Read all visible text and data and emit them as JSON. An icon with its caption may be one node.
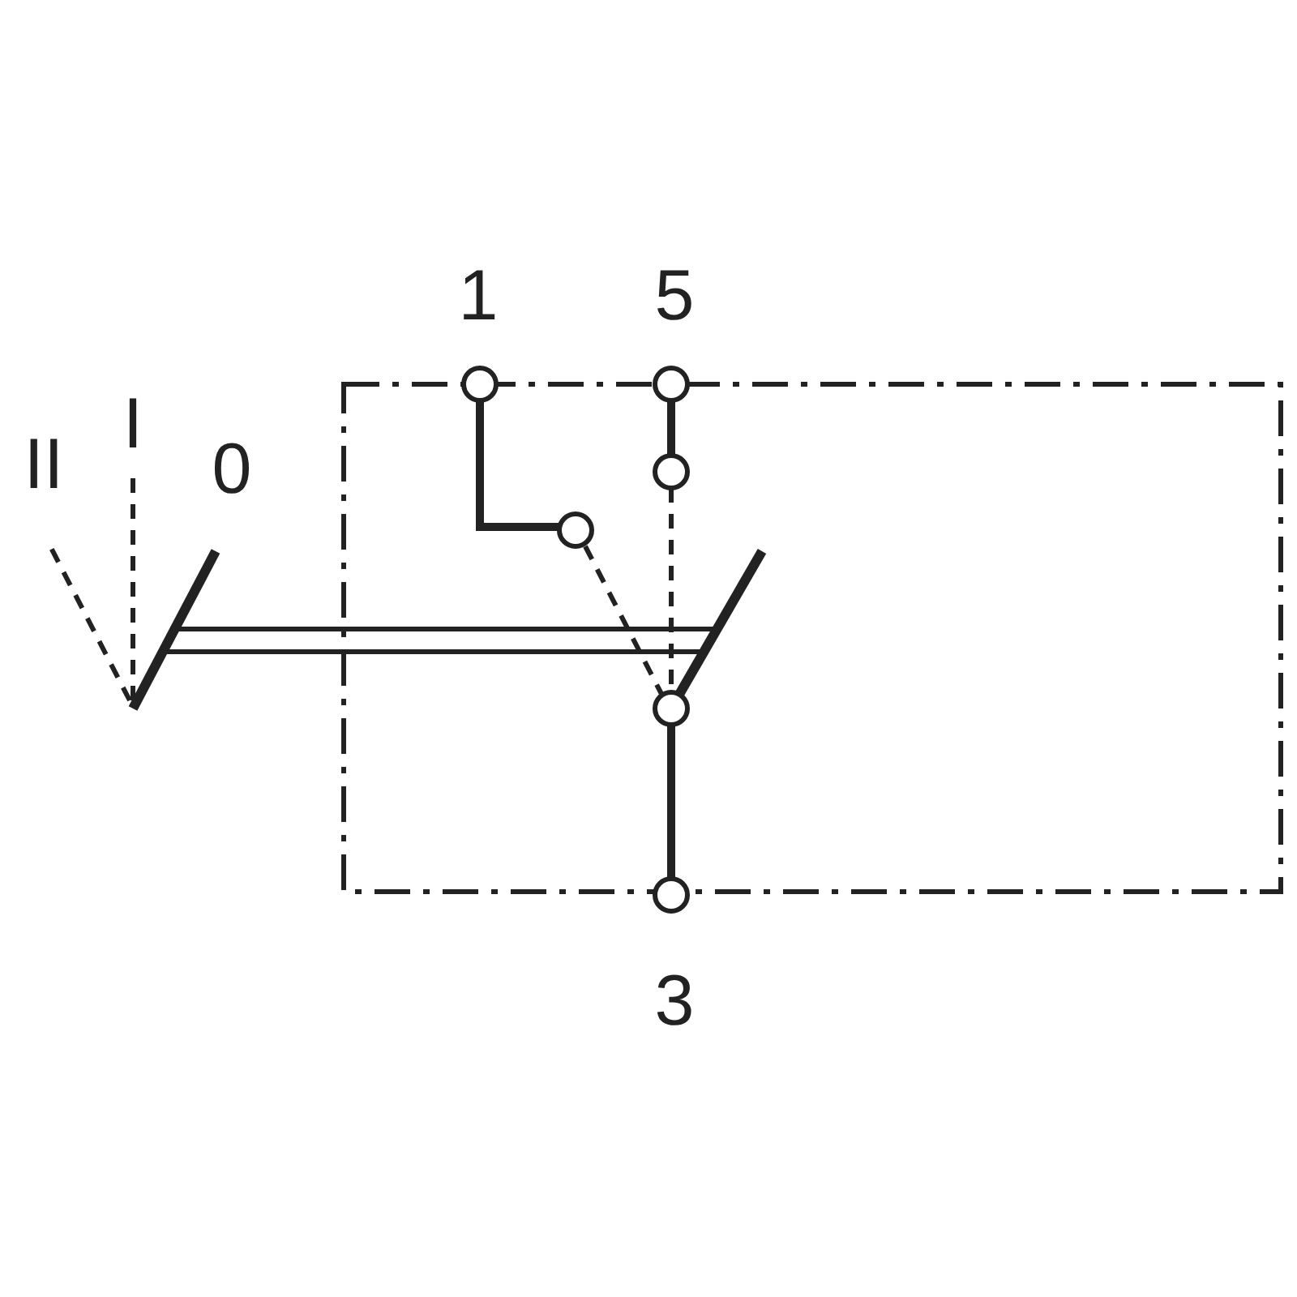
{
  "diagram": {
    "labels": [
      "1",
      "5",
      "II",
      "I",
      "0",
      "3"
    ]
  }
}
